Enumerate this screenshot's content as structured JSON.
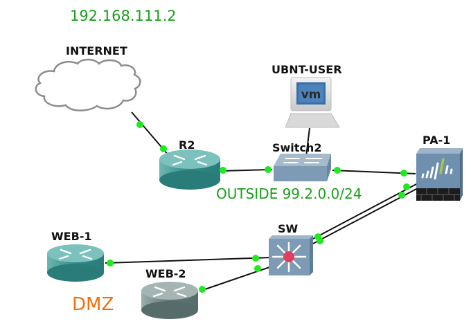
{
  "topology": {
    "annotations": {
      "internet_ip": "192.168.111.2",
      "outside_network": "OUTSIDE 99.2.0.0/24",
      "dmz_zone": "DMZ"
    },
    "colors": {
      "annotation_green": "#1aa01a",
      "dmz_orange": "#f07010",
      "link_dot": "#1eeb1e",
      "router_teal": "#2e8b87",
      "router_gray": "#5f7775",
      "switch_blue": "#7d9bb5",
      "firewall_blue": "#6f8fae"
    },
    "nodes": [
      {
        "id": "internet",
        "label": "INTERNET",
        "type": "cloud"
      },
      {
        "id": "r2",
        "label": "R2",
        "type": "router"
      },
      {
        "id": "ubnt-user",
        "label": "UBNT-USER",
        "type": "vm-host",
        "icon_text": "vm"
      },
      {
        "id": "switch2",
        "label": "Switch2",
        "type": "switch"
      },
      {
        "id": "pa-1",
        "label": "PA-1",
        "type": "firewall"
      },
      {
        "id": "sw",
        "label": "SW",
        "type": "multilayer-switch"
      },
      {
        "id": "web-1",
        "label": "WEB-1",
        "type": "router"
      },
      {
        "id": "web-2",
        "label": "WEB-2",
        "type": "router"
      }
    ],
    "links": [
      {
        "from": "internet",
        "to": "r2"
      },
      {
        "from": "r2",
        "to": "switch2"
      },
      {
        "from": "ubnt-user",
        "to": "switch2"
      },
      {
        "from": "switch2",
        "to": "pa-1"
      },
      {
        "from": "pa-1",
        "to": "sw"
      },
      {
        "from": "pa-1",
        "to": "sw"
      },
      {
        "from": "web-1",
        "to": "sw"
      },
      {
        "from": "web-2",
        "to": "sw"
      }
    ]
  }
}
